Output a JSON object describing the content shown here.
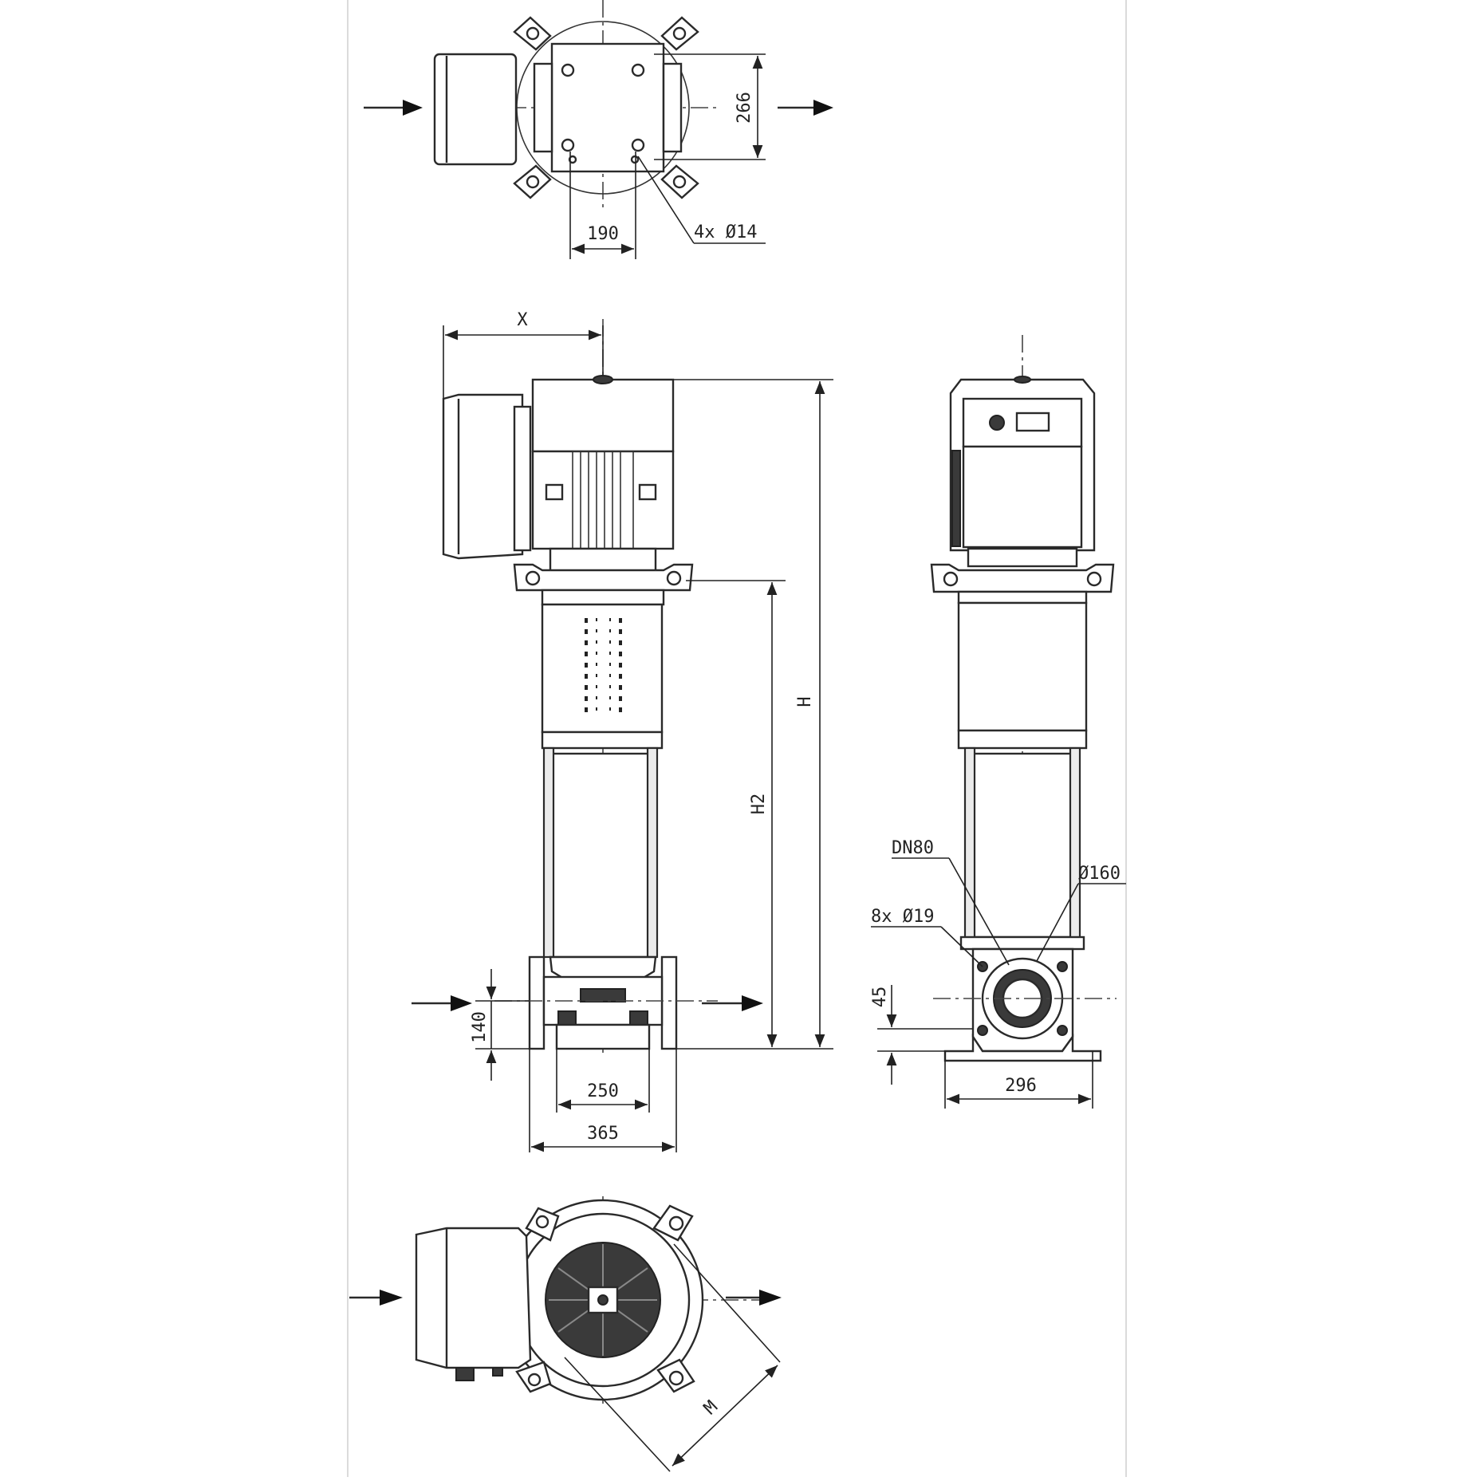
{
  "views": {
    "top": {
      "dim_width": "190",
      "dim_height": "266",
      "holes": "4x Ø14"
    },
    "front": {
      "dim_x": "X",
      "dim_h": "H",
      "dim_h2": "H2",
      "dim_140": "140",
      "dim_250": "250",
      "dim_365": "365"
    },
    "side": {
      "flange": "DN80",
      "bolt_circle": "Ø160",
      "bolts": "8x Ø19",
      "dim_45": "45",
      "dim_296": "296"
    },
    "bottom": {
      "dim_m": "M"
    }
  }
}
